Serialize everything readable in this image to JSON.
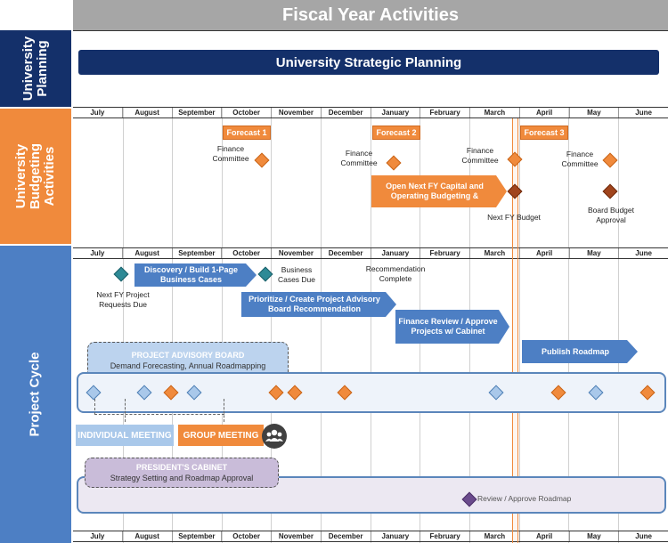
{
  "title": "Fiscal Year Activities",
  "months": [
    "July",
    "August",
    "September",
    "October",
    "November",
    "December",
    "January",
    "February",
    "March",
    "April",
    "May",
    "June"
  ],
  "rows": {
    "university_planning": "University Planning",
    "budgeting_activities": "University Budgeting Activities",
    "project_cycle": "Project Cycle"
  },
  "strategic_planning": "University Strategic Planning",
  "budgeting": {
    "forecast1": "Forecast 1",
    "forecast2": "Forecast 2",
    "forecast3": "Forecast 3",
    "finance_committee": "Finance Committee",
    "open_budgeting": "Open Next FY Capital and Operating Budgeting &",
    "next_fy_budget": "Next FY Budget",
    "board_budget_approval": "Board Budget Approval"
  },
  "project": {
    "requests_due": "Next FY Project Requests Due",
    "discovery": "Discovery / Build 1-Page Business Cases",
    "business_cases_due": "Business Cases Due",
    "recommendation_complete": "Recommendation Complete",
    "prioritize": "Prioritize / Create Project Advisory Board Recommendation",
    "finance_review": "Finance Review / Approve Projects w/ Cabinet",
    "publish_roadmap": "Publish Roadmap",
    "pab_title": "PROJECT ADVISORY BOARD",
    "pab_sub": "Demand Forecasting, Annual Roadmapping",
    "individual_meeting": "INDIVIDUAL MEETING",
    "group_meeting": "GROUP MEETING",
    "cabinet_title": "PRESIDENT'S CABINET",
    "cabinet_sub": "Strategy Setting and Roadmap Approval",
    "review_approve": "Review / Approve Roadmap"
  },
  "colors": {
    "navy": "#14306a",
    "orange": "#f08a3c",
    "side_blue": "#4d7fc4",
    "grey": "#a6a6a6"
  },
  "icons": [
    "group-icon"
  ]
}
